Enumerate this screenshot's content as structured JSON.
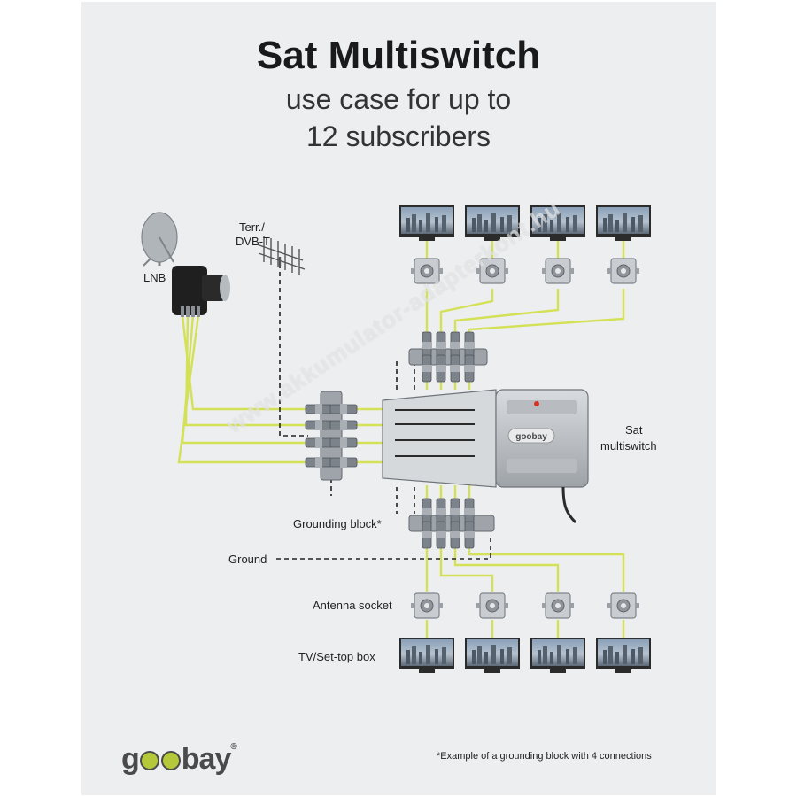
{
  "header": {
    "title": "Sat Multiswitch",
    "subtitle_line1": "use case for up to",
    "subtitle_line2": "12 subscribers"
  },
  "labels": {
    "lnb": "LNB",
    "terr_line1": "Terr./",
    "terr_line2": "DVB-T",
    "sat_line1": "Sat",
    "sat_line2": "multiswitch",
    "grounding_block": "Grounding block*",
    "ground": "Ground",
    "antenna_socket": "Antenna socket",
    "tv_box": "TV/Set-top box",
    "device_logo": "goobay"
  },
  "brand": {
    "logo_part1": "g",
    "logo_part2": "bay",
    "registered": "®"
  },
  "footnote": "*Example of a grounding block with 4 connections",
  "watermark": "www.akkumulator-adapterkont.hu",
  "colors": {
    "cable": "#d4e157",
    "background": "#eceef0",
    "brand_green": "#b5c83a"
  }
}
